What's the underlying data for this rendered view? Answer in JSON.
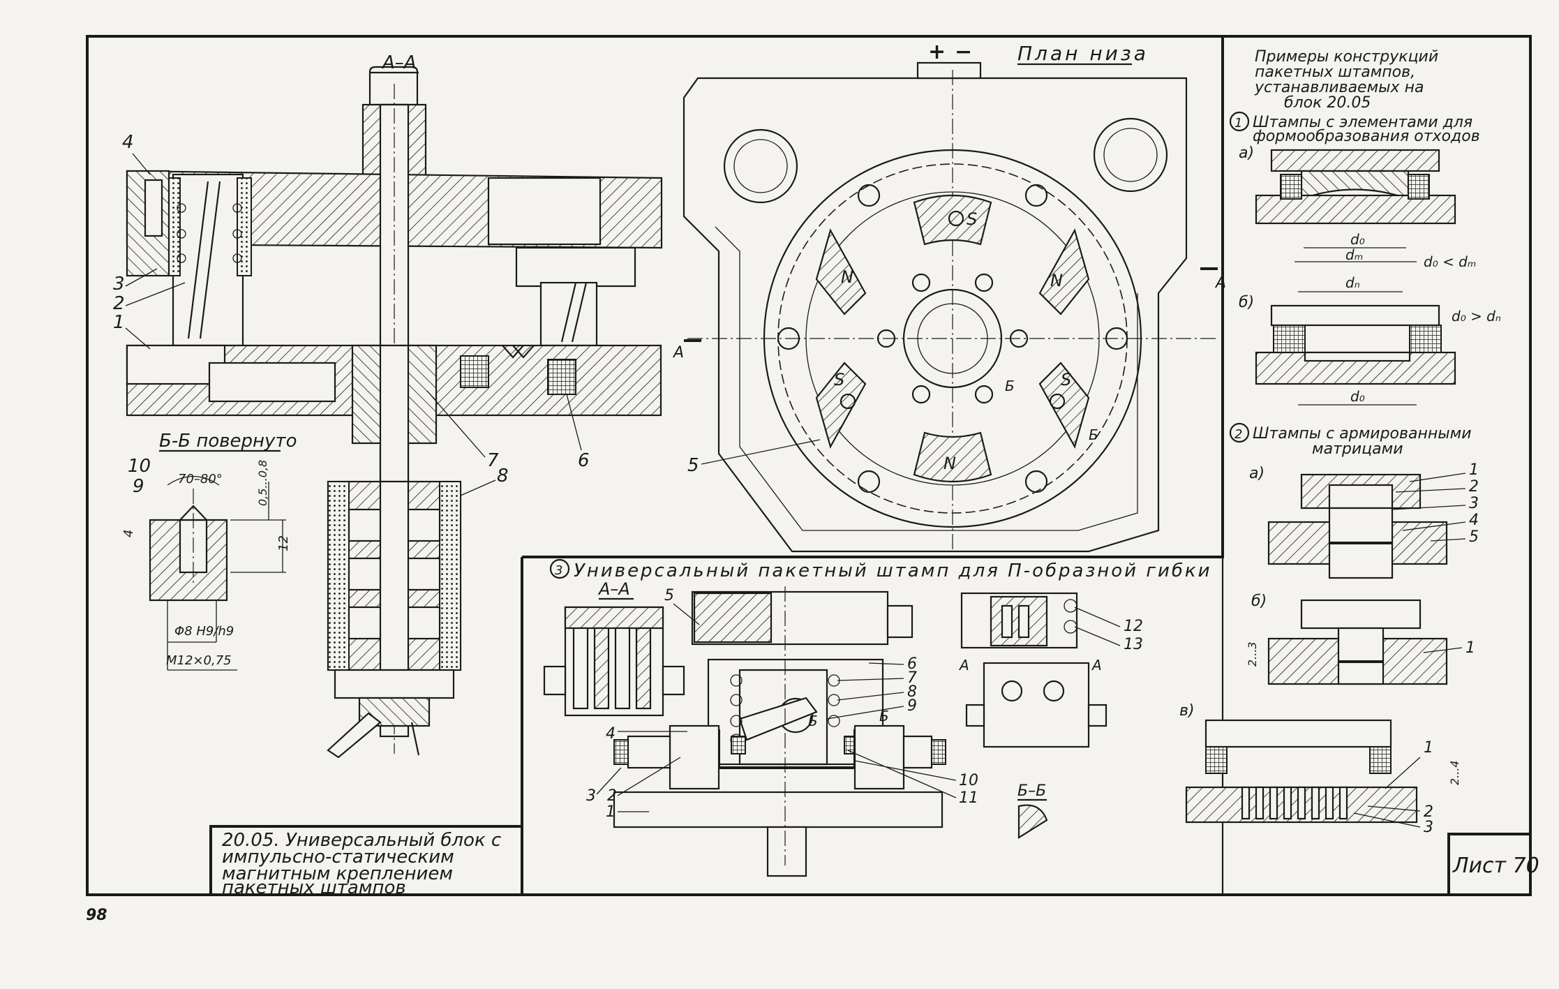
{
  "page_number": "98",
  "sheet_label": "Лист 70",
  "title_block": [
    "20.05. Универсальный блок с",
    "импульсно-статическим",
    "магнитным креплением",
    "пакетных штампов"
  ],
  "section_aa": "А–А",
  "section_bb_rotated": "Б-Б повернуто",
  "plan_title": "План низа",
  "plan_marks": {
    "plus": "+",
    "minus": "−",
    "n1": "N",
    "n2": "N",
    "n3": "N",
    "s1": "S",
    "s2": "S",
    "s3": "S",
    "a_left": "А",
    "a_right": "А",
    "b1": "Б",
    "b2": "Б",
    "part5": "5"
  },
  "main_labels": {
    "p4": "4",
    "p3": "3",
    "p2": "2",
    "p1": "1",
    "p7": "7",
    "p8": "8",
    "p6": "6"
  },
  "detail_bb": {
    "angle": "70–80°",
    "dim_top": "0,5...0,8",
    "dim_h": "12",
    "dim_4": "4",
    "p10": "10",
    "p9": "9",
    "fit": "Φ8 H9/h9",
    "thread": "М12×0,75"
  },
  "examples_title": [
    "Примеры конструкций",
    "пакетных штампов,",
    "устанавливаемых на",
    "блок 20.05"
  ],
  "ex1_title": [
    "Штампы с элементами для",
    "формообразования отходов"
  ],
  "ex1": {
    "num": "1",
    "a": "а)",
    "b": "б)",
    "d0": "d₀",
    "dm": "dₘ",
    "dn": "dₙ",
    "d0b": "d₀",
    "rel1": "d₀ < dₘ",
    "rel2": "d₀ > dₙ"
  },
  "ex2_title": [
    "Штампы с армированными",
    "матрицами"
  ],
  "ex2": {
    "num": "2",
    "a": "а)",
    "b": "б)",
    "v": "в)",
    "p1": "1",
    "p2": "2",
    "p3": "3",
    "p4": "4",
    "p5": "5",
    "b1": "1",
    "dim23": "2...3",
    "v1": "1",
    "v2": "2",
    "v3": "3",
    "dim24": "2...4"
  },
  "ex3_title": "Универсальный пакетный штамп для П-образной гибки",
  "ex3": {
    "num": "3",
    "aa": "А–А",
    "bb": "Б–Б",
    "p1": "1",
    "p2": "2",
    "p3": "3",
    "p4": "4",
    "p5": "5",
    "p6": "6",
    "p7": "7",
    "p8": "8",
    "p9": "9",
    "p10": "10",
    "p11": "11",
    "p12": "12",
    "p13": "13",
    "a1": "А",
    "a2": "А",
    "b1": "Б",
    "b2": "Б"
  }
}
